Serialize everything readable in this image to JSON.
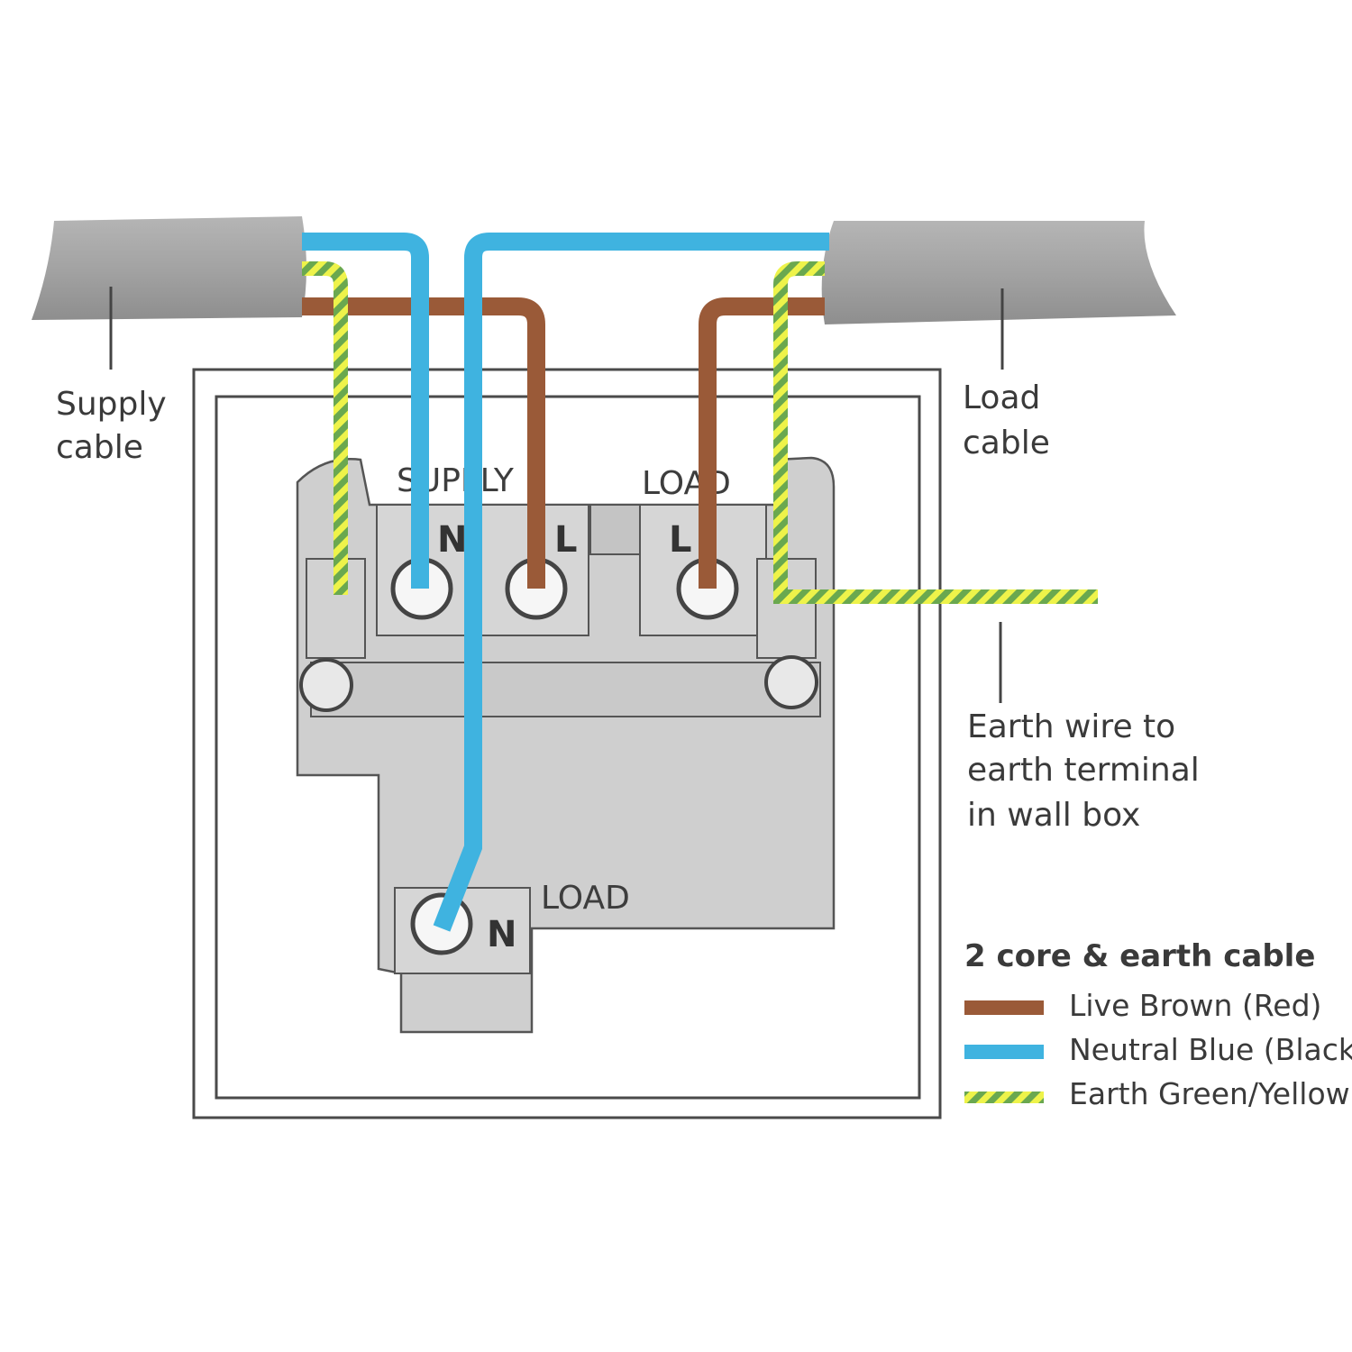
{
  "labels": {
    "supply_cable": [
      "Supply",
      "cable"
    ],
    "load_cable": [
      "Load",
      "cable"
    ],
    "earth_wire": [
      "Earth wire to",
      "earth terminal",
      "in wall box"
    ]
  },
  "terminals": {
    "top_supply": "SUPPLY",
    "top_load": "LOAD",
    "bottom_load": "LOAD",
    "n_supply": "N",
    "l_supply": "L",
    "l_load": "L",
    "n_load": "N"
  },
  "legend": {
    "title": "2 core & earth cable",
    "items": [
      {
        "label": "Live Brown (Red)",
        "color": "#9a5a38",
        "style": "solid"
      },
      {
        "label": "Neutral Blue (Black)",
        "color": "#3fb3e0",
        "style": "solid"
      },
      {
        "label": "Earth Green/Yellow",
        "color": "#7cb342",
        "style": "striped"
      }
    ]
  },
  "colors": {
    "live": "#9a5a38",
    "neutral": "#3fb3e0",
    "earth_green": "#6aa84f",
    "earth_yellow": "#eef34a",
    "cable_sheath": "#9e9e9e",
    "switch_body": "#cfcfcf"
  }
}
